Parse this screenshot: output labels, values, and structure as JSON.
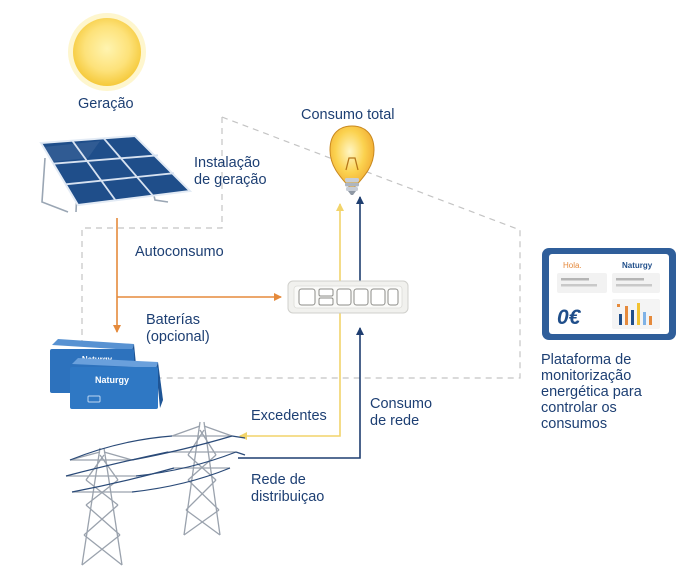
{
  "labels": {
    "generation": "Geração",
    "total_consumption": "Consumo total",
    "generation_installation": "Instalação\nde geração",
    "self_consumption": "Autoconsumo",
    "batteries": "Baterías\n(opcional)",
    "surplus": "Excedentes",
    "grid_consumption": "Consumo\nde rede",
    "distribution_grid": "Rede de\ndistribuiçao",
    "monitoring_platform": "Plataforma de\nmonitorização\nenergética para\ncontrolar os\nconsumos"
  },
  "battery": {
    "brand": "Naturgy"
  },
  "tablet": {
    "greeting": "Hola.",
    "brand": "Naturgy",
    "amount": "0€"
  },
  "colors": {
    "text": "#1d3f73",
    "orange_flow": "#e58a3c",
    "yellow_flow": "#f2d46a",
    "navy_flow": "#1f3e70",
    "dashed": "#c4c4c4",
    "sun": "#fbd84a",
    "panel": "#1f4e8a",
    "battery": "#2d72bd"
  }
}
